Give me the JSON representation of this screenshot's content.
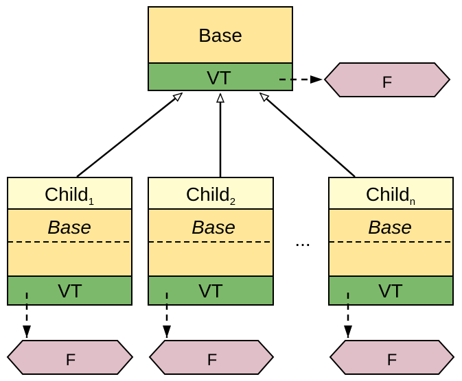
{
  "base": {
    "title": "Base",
    "vtable": "VT"
  },
  "base_function": "F",
  "children": [
    {
      "name": "Child",
      "subscript": "1",
      "inner": "Base",
      "vtable": "VT",
      "function": "F"
    },
    {
      "name": "Child",
      "subscript": "2",
      "inner": "Base",
      "vtable": "VT",
      "function": "F"
    },
    {
      "name": "Child",
      "subscript": "n",
      "inner": "Base",
      "vtable": "VT",
      "function": "F"
    }
  ],
  "ellipsis": "...",
  "colors": {
    "base_fill": "#FFE699",
    "vt_fill": "#7DB96A",
    "child_header_fill": "#FFFDD0",
    "function_fill": "#E0BFC8",
    "stroke": "#000000"
  }
}
